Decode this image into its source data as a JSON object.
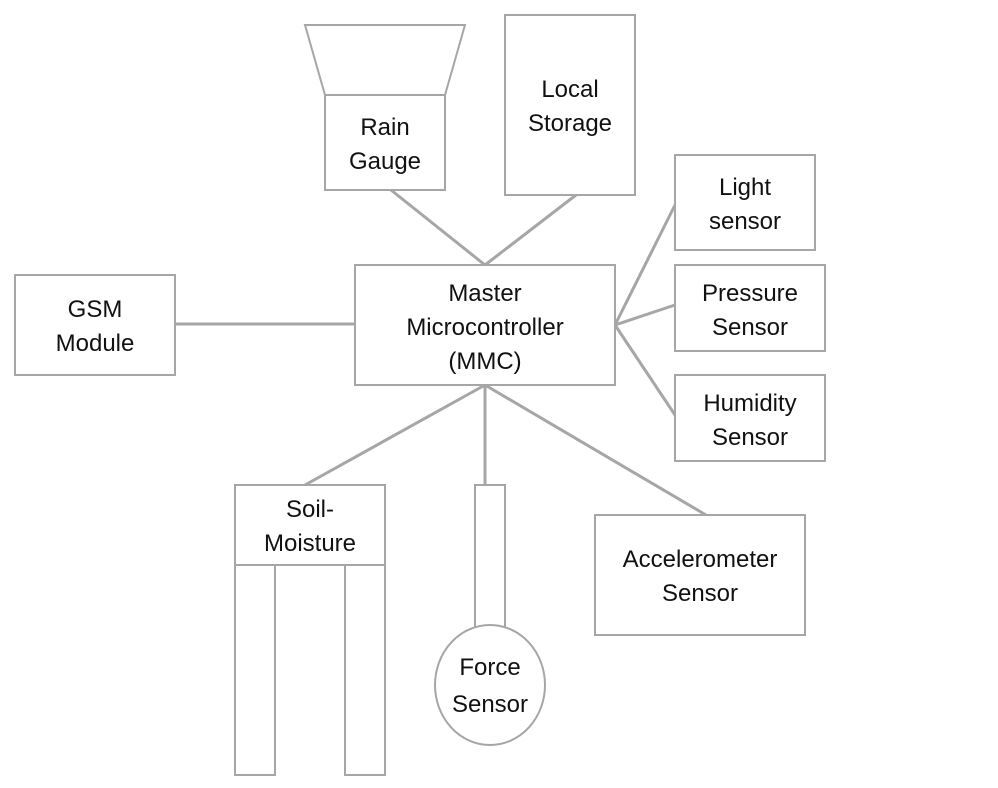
{
  "diagram": {
    "mmc": {
      "line1": "Master",
      "line2": "Microcontroller",
      "line3": "(MMC)"
    },
    "rain_gauge": {
      "line1": "Rain",
      "line2": "Gauge"
    },
    "local_storage": {
      "line1": "Local",
      "line2": "Storage"
    },
    "light_sensor": {
      "line1": "Light",
      "line2": "sensor"
    },
    "pressure_sensor": {
      "line1": "Pressure",
      "line2": "Sensor"
    },
    "humidity_sensor": {
      "line1": "Humidity",
      "line2": "Sensor"
    },
    "gsm_module": {
      "line1": "GSM",
      "line2": "Module"
    },
    "soil_moisture": {
      "line1": "Soil-",
      "line2": "Moisture"
    },
    "force_sensor": {
      "line1": "Force",
      "line2": "Sensor"
    },
    "accelerometer_sensor": {
      "line1": "Accelerometer",
      "line2": "Sensor"
    }
  }
}
